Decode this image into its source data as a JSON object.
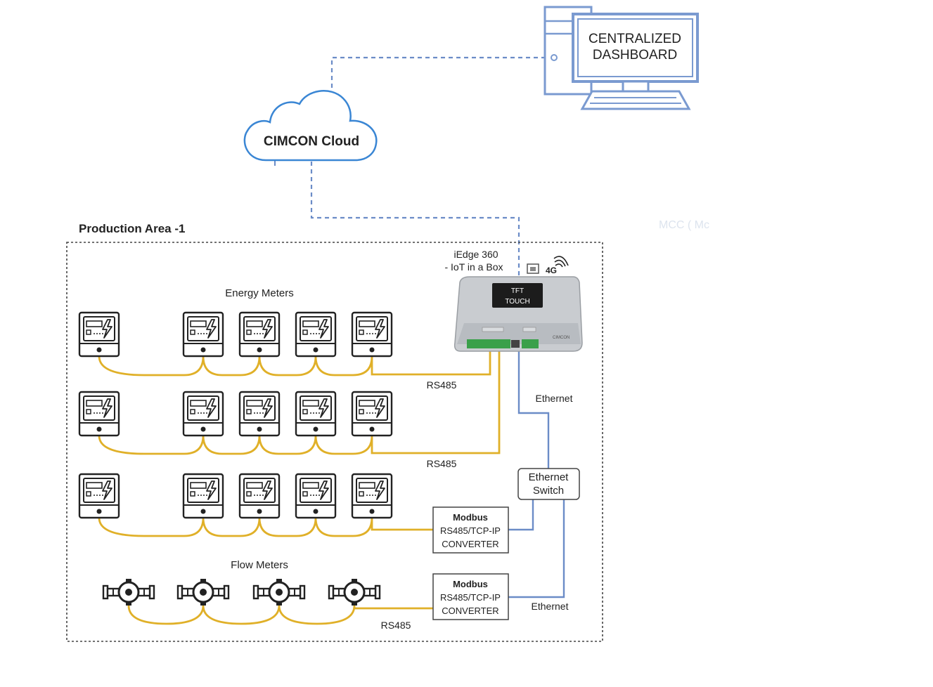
{
  "dashboard": {
    "line1": "CENTRALIZED",
    "line2": "DASHBOARD"
  },
  "cloud": {
    "label": "CIMCON Cloud"
  },
  "area": {
    "title": "Production Area -1",
    "faded_label": "MCC ( Mc"
  },
  "gateway": {
    "name_line1": "iEdge 360",
    "name_line2": "- IoT in a Box",
    "screen_line1": "TFT",
    "screen_line2": "TOUCH",
    "cell_badge": "4G",
    "brand": "CIMCON"
  },
  "energy_meters": {
    "label": "Energy Meters"
  },
  "flow_meters": {
    "label": "Flow Meters"
  },
  "switch": {
    "line1": "Ethernet",
    "line2": "Switch"
  },
  "converter": {
    "line1": "Modbus",
    "line2": "RS485/TCP-IP",
    "line3": "CONVERTER"
  },
  "links": {
    "rs485_row1": "RS485",
    "rs485_row2": "RS485",
    "rs485_flow": "RS485",
    "ethernet_gateway": "Ethernet",
    "ethernet_bottom": "Ethernet"
  },
  "colors": {
    "rs485_wire": "#e0b028",
    "ethernet_wire": "#6b8cc7",
    "cloud_outline": "#3a86d4",
    "dashboard_frame": "#7a9ad0"
  }
}
